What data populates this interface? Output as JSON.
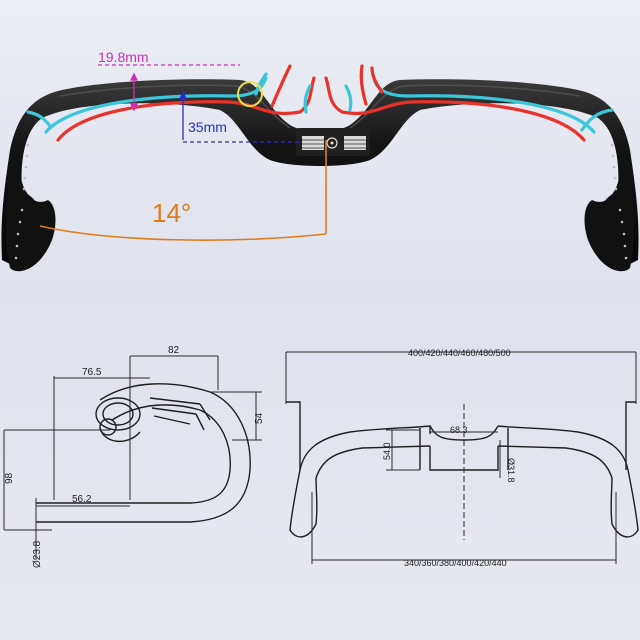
{
  "render_view": {
    "labels": {
      "bar_height": "19.8mm",
      "rise": "35mm",
      "flare": "14°"
    },
    "colors": {
      "bar": "#141414",
      "brake_cable": "#e8322a",
      "shift_cable": "#3cc6d9",
      "bar_height_dim": "#cc2fb8",
      "rise_dim": "#2a2ad0",
      "flare_dim": "#e07b1a",
      "highlight": "#e8e04a"
    }
  },
  "side_view": {
    "dims": {
      "reach_inner": "76.5",
      "reach_outer": "82",
      "drop_upper": "54",
      "drop_total": "98",
      "hook_reach": "56.2",
      "tube_dia": "Ø23.8"
    }
  },
  "front_view": {
    "dims": {
      "width_top": "400/420/440/460/480/500",
      "center_width": "68.3",
      "clamp_height": "54.0",
      "clamp_dia": "Ø31.8",
      "width_bottom": "340/360/380/400/420/440"
    }
  }
}
